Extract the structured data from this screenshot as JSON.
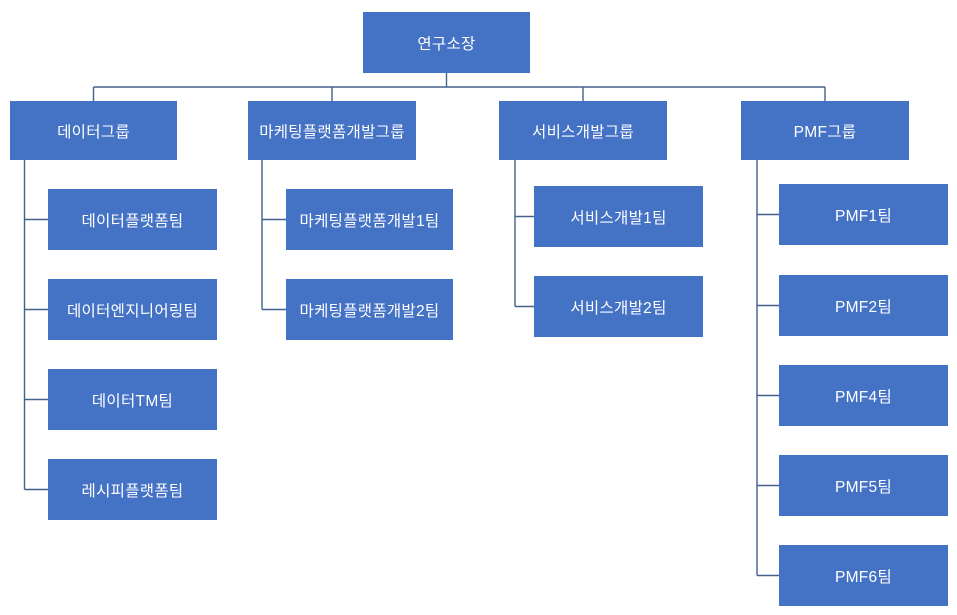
{
  "palette": {
    "node_fill": "#4472C4",
    "node_text": "#FFFFFF",
    "connector": "#44618C",
    "background": "#FFFFFF"
  },
  "org_chart": {
    "type": "hierarchy",
    "root": {
      "label": "연구소장"
    },
    "groups": [
      {
        "label": "데이터그룹",
        "children": [
          {
            "label": "데이터플랫폼팀"
          },
          {
            "label": "데이터엔지니어링팀"
          },
          {
            "label": "데이터TM팀"
          },
          {
            "label": "레시피플랫폼팀"
          }
        ]
      },
      {
        "label": "마케팅플랫폼개발그룹",
        "children": [
          {
            "label": "마케팅플랫폼개발1팀"
          },
          {
            "label": "마케팅플랫폼개발2팀"
          }
        ]
      },
      {
        "label": "서비스개발그룹",
        "children": [
          {
            "label": "서비스개발1팀"
          },
          {
            "label": "서비스개발2팀"
          }
        ]
      },
      {
        "label": "PMF그룹",
        "children": [
          {
            "label": "PMF1팀"
          },
          {
            "label": "PMF2팀"
          },
          {
            "label": "PMF4팀"
          },
          {
            "label": "PMF5팀"
          },
          {
            "label": "PMF6팀"
          }
        ]
      }
    ]
  }
}
